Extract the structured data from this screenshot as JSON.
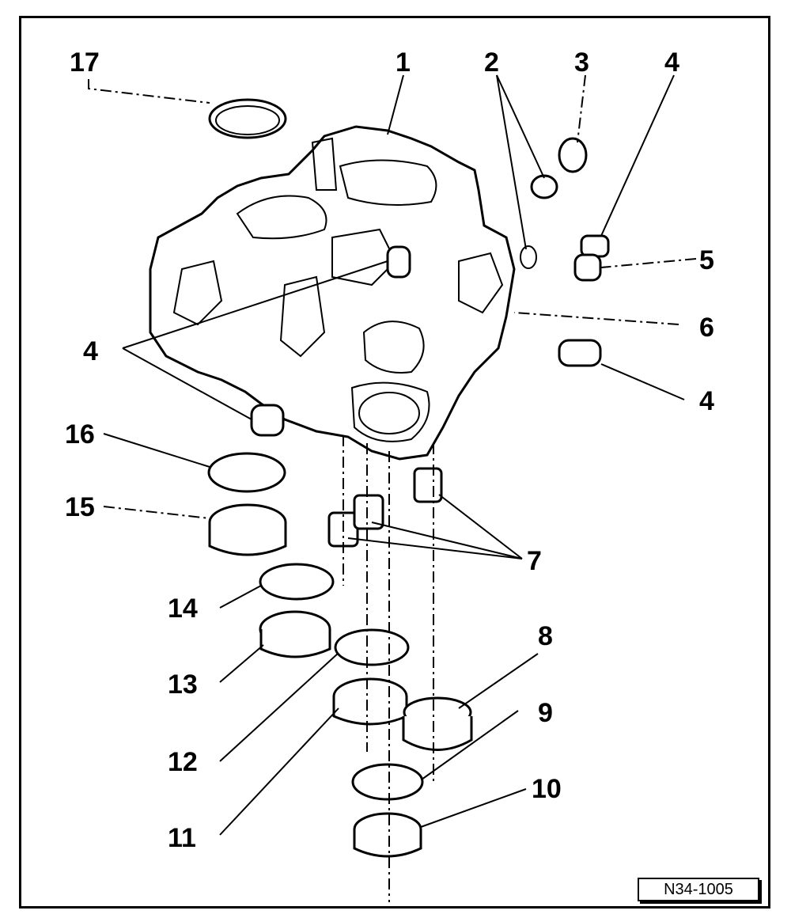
{
  "callouts": [
    {
      "id": "17",
      "label": "17"
    },
    {
      "id": "1",
      "label": "1"
    },
    {
      "id": "2",
      "label": "2"
    },
    {
      "id": "3",
      "label": "3"
    },
    {
      "id": "4a",
      "label": "4"
    },
    {
      "id": "5",
      "label": "5"
    },
    {
      "id": "6",
      "label": "6"
    },
    {
      "id": "4b",
      "label": "4"
    },
    {
      "id": "4c",
      "label": "4"
    },
    {
      "id": "16",
      "label": "16"
    },
    {
      "id": "15",
      "label": "15"
    },
    {
      "id": "7",
      "label": "7"
    },
    {
      "id": "14",
      "label": "14"
    },
    {
      "id": "8",
      "label": "8"
    },
    {
      "id": "13",
      "label": "13"
    },
    {
      "id": "9",
      "label": "9"
    },
    {
      "id": "12",
      "label": "12"
    },
    {
      "id": "10",
      "label": "10"
    },
    {
      "id": "11",
      "label": "11"
    }
  ],
  "reference_code": "N34-1005"
}
